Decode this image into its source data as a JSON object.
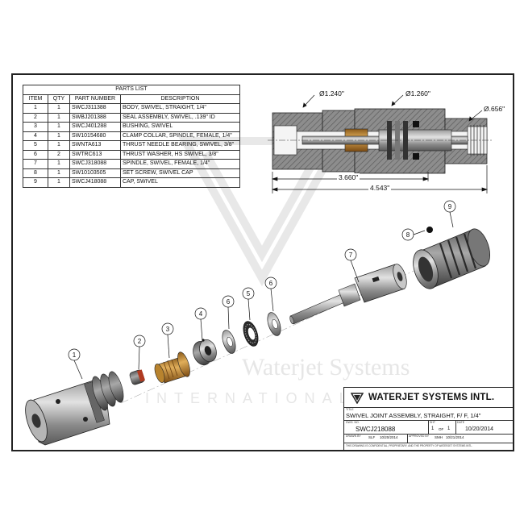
{
  "parts_list": {
    "title": "PARTS LIST",
    "headers": [
      "ITEM",
      "QTY",
      "PART NUMBER",
      "DESCRIPTION"
    ],
    "rows": [
      {
        "item": "1",
        "qty": "1",
        "part": "SWCJ311388",
        "desc": "BODY, SWIVEL, STRAIGHT, 1/4\""
      },
      {
        "item": "2",
        "qty": "1",
        "part": "SWBJ201388",
        "desc": "SEAL ASSEMBLY, SWIVEL, .139\" ID"
      },
      {
        "item": "3",
        "qty": "1",
        "part": "SWCJ401288",
        "desc": "BUSHING, SWIVEL"
      },
      {
        "item": "4",
        "qty": "1",
        "part": "SW10154680",
        "desc": "CLAMP COLLAR, SPINDLE, FEMALE, 1/4\""
      },
      {
        "item": "5",
        "qty": "1",
        "part": "SWNTA613",
        "desc": "THRUST NEEDLE BEARING, SWIVEL, 3/8\""
      },
      {
        "item": "6",
        "qty": "2",
        "part": "SWTRC613",
        "desc": "THRUST WASHER, HS SWIVEL, 3/8\""
      },
      {
        "item": "7",
        "qty": "1",
        "part": "SWCJ318088",
        "desc": "SPINDLE, SWIVEL, FEMALE, 1/4\""
      },
      {
        "item": "8",
        "qty": "1",
        "part": "SW10103505",
        "desc": "SET SCREW, SWIVEL CAP"
      },
      {
        "item": "9",
        "qty": "1",
        "part": "SWCJ418088",
        "desc": "CAP, SWIVEL"
      }
    ]
  },
  "dimensions": {
    "d1": "Ø1.240\"",
    "d2": "Ø1.260\"",
    "d3": "Ø.656\"",
    "len1": "3.660\"",
    "len2": "4.543\""
  },
  "balloons": [
    "1",
    "2",
    "3",
    "4",
    "6",
    "5",
    "6",
    "7",
    "8",
    "9"
  ],
  "watermark": {
    "line1": "Waterjet Systems",
    "line2": "INTERNATIONAL"
  },
  "title_block": {
    "company": "WATERJET SYSTEMS INTL.",
    "title_label": "TITLE",
    "title": "SWIVEL JOINT ASSEMBLY, STRAIGHT, F/ F, 1/4\"",
    "dwg_label": "DWG. NO.",
    "dwg_no": "SWCJ218088",
    "sht_label": "SHT",
    "sht_a": "1",
    "sht_of": "OF",
    "sht_b": "1",
    "date_label": "DATE",
    "date": "10/20/2014",
    "drawn_label": "DRAWN BY",
    "drawn_by": "SLF",
    "drawn_date": "10/20/2014",
    "approved_label": "APPROVED BY",
    "approved_by": "SMH",
    "approved_date": "10/21/2014",
    "notice": "THIS DRAWING IS CONFIDENTIAL, PROPRIETARY, AND THE PROPERTY OF WATERJET SYSTEMS INTL."
  },
  "colors": {
    "metal_dark": "#555555",
    "metal_light": "#cfcfcf",
    "brass": "#c8923a",
    "watermark": "#e6e6e6"
  }
}
